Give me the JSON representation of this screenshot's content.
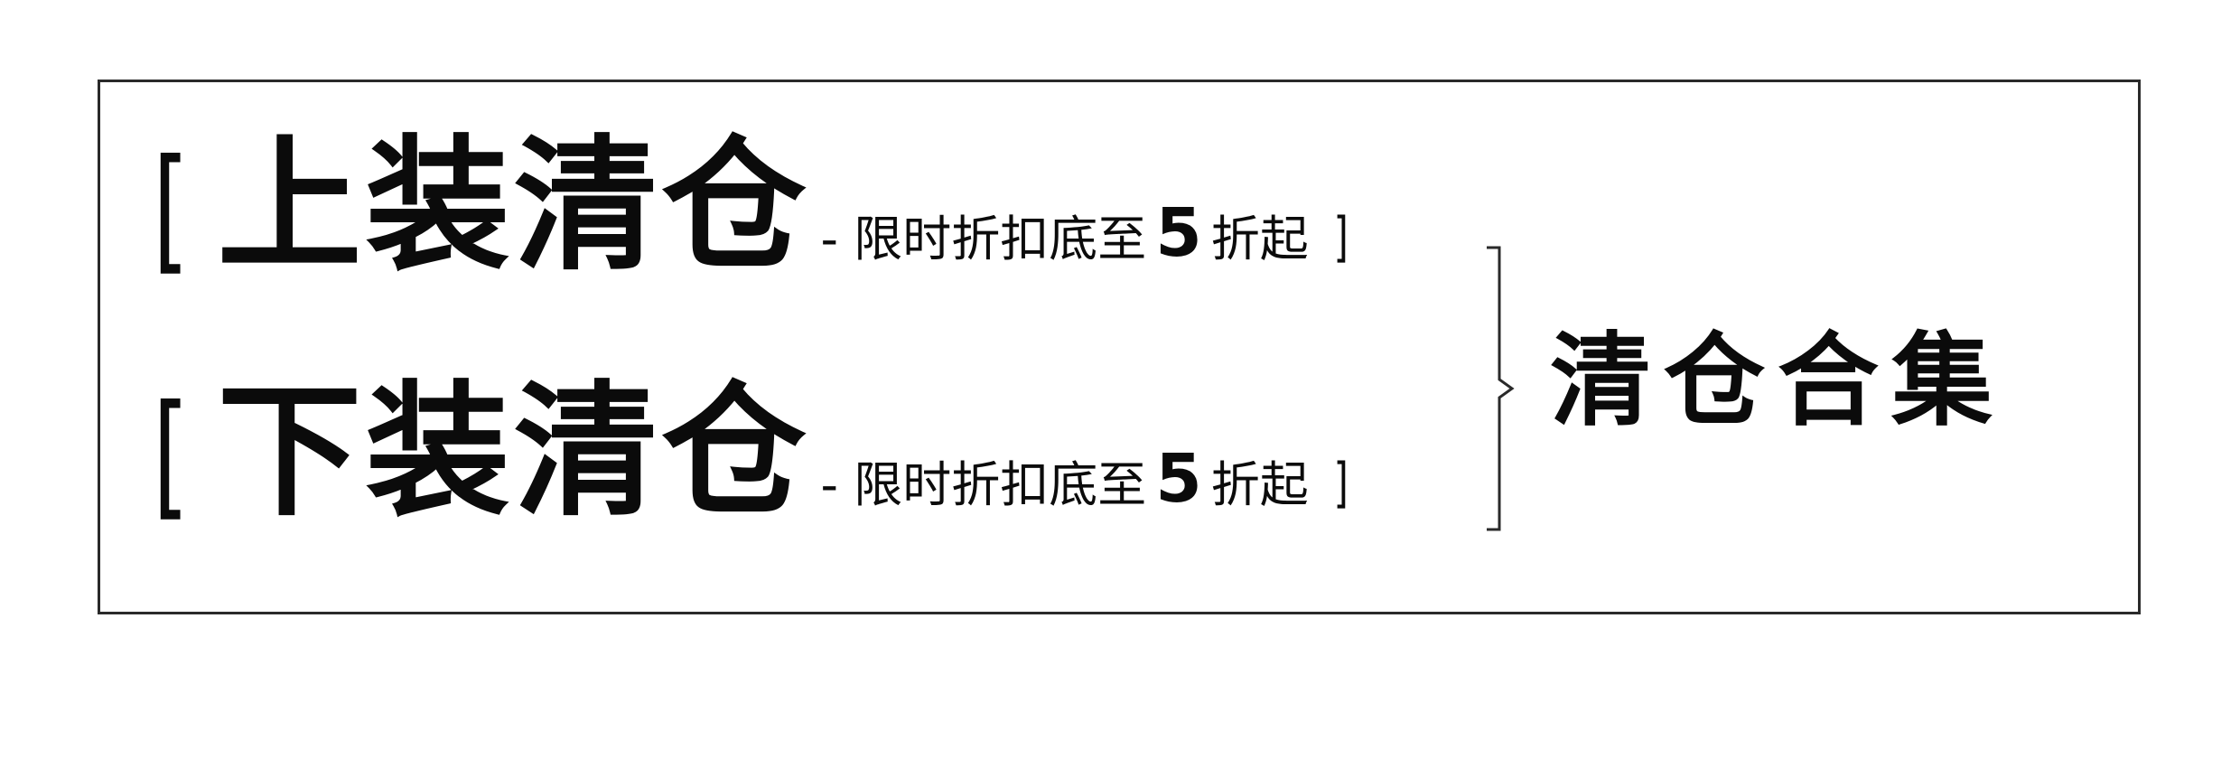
{
  "row_top": {
    "bracket_open": "[",
    "title": "上装清仓",
    "tag_prefix": "- 限时折扣底至",
    "tag_number": "5",
    "tag_suffix": "折起",
    "bracket_close": "]"
  },
  "row_bottom": {
    "bracket_open": "[",
    "title": "下装清仓",
    "tag_prefix": "- 限时折扣底至",
    "tag_number": "5",
    "tag_suffix": "折起",
    "bracket_close": "]"
  },
  "summary": {
    "title": "清仓合集"
  }
}
